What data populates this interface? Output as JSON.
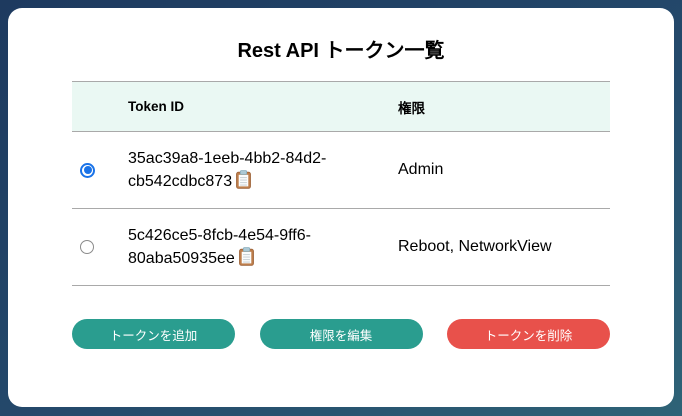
{
  "page": {
    "title": "Rest API トークン一覧"
  },
  "table": {
    "headers": {
      "token_id": "Token ID",
      "permission": "権限"
    },
    "rows": [
      {
        "token_id": "35ac39a8-1eeb-4bb2-84d2-cb542cdbc873",
        "permission": "Admin",
        "selected": true
      },
      {
        "token_id": "5c426ce5-8fcb-4e54-9ff6-80aba50935ee",
        "permission": "Reboot, NetworkView",
        "selected": false
      }
    ]
  },
  "icons": {
    "clipboard": "clipboard-icon"
  },
  "buttons": {
    "add": {
      "label": "トークンを追加",
      "color": "#2a9d8f"
    },
    "edit": {
      "label": "権限を編集",
      "color": "#2a9d8f"
    },
    "delete": {
      "label": "トークンを削除",
      "color": "#e8514b"
    }
  },
  "colors": {
    "background_top": "#1e3a5f",
    "background_bottom": "#2e6377",
    "card": "#ffffff",
    "table_header_bg": "#eaf8f3",
    "table_border": "#a9a9a9",
    "radio_selected": "#1a73e8",
    "button_teal": "#2a9d8f",
    "button_red": "#e8514b"
  }
}
